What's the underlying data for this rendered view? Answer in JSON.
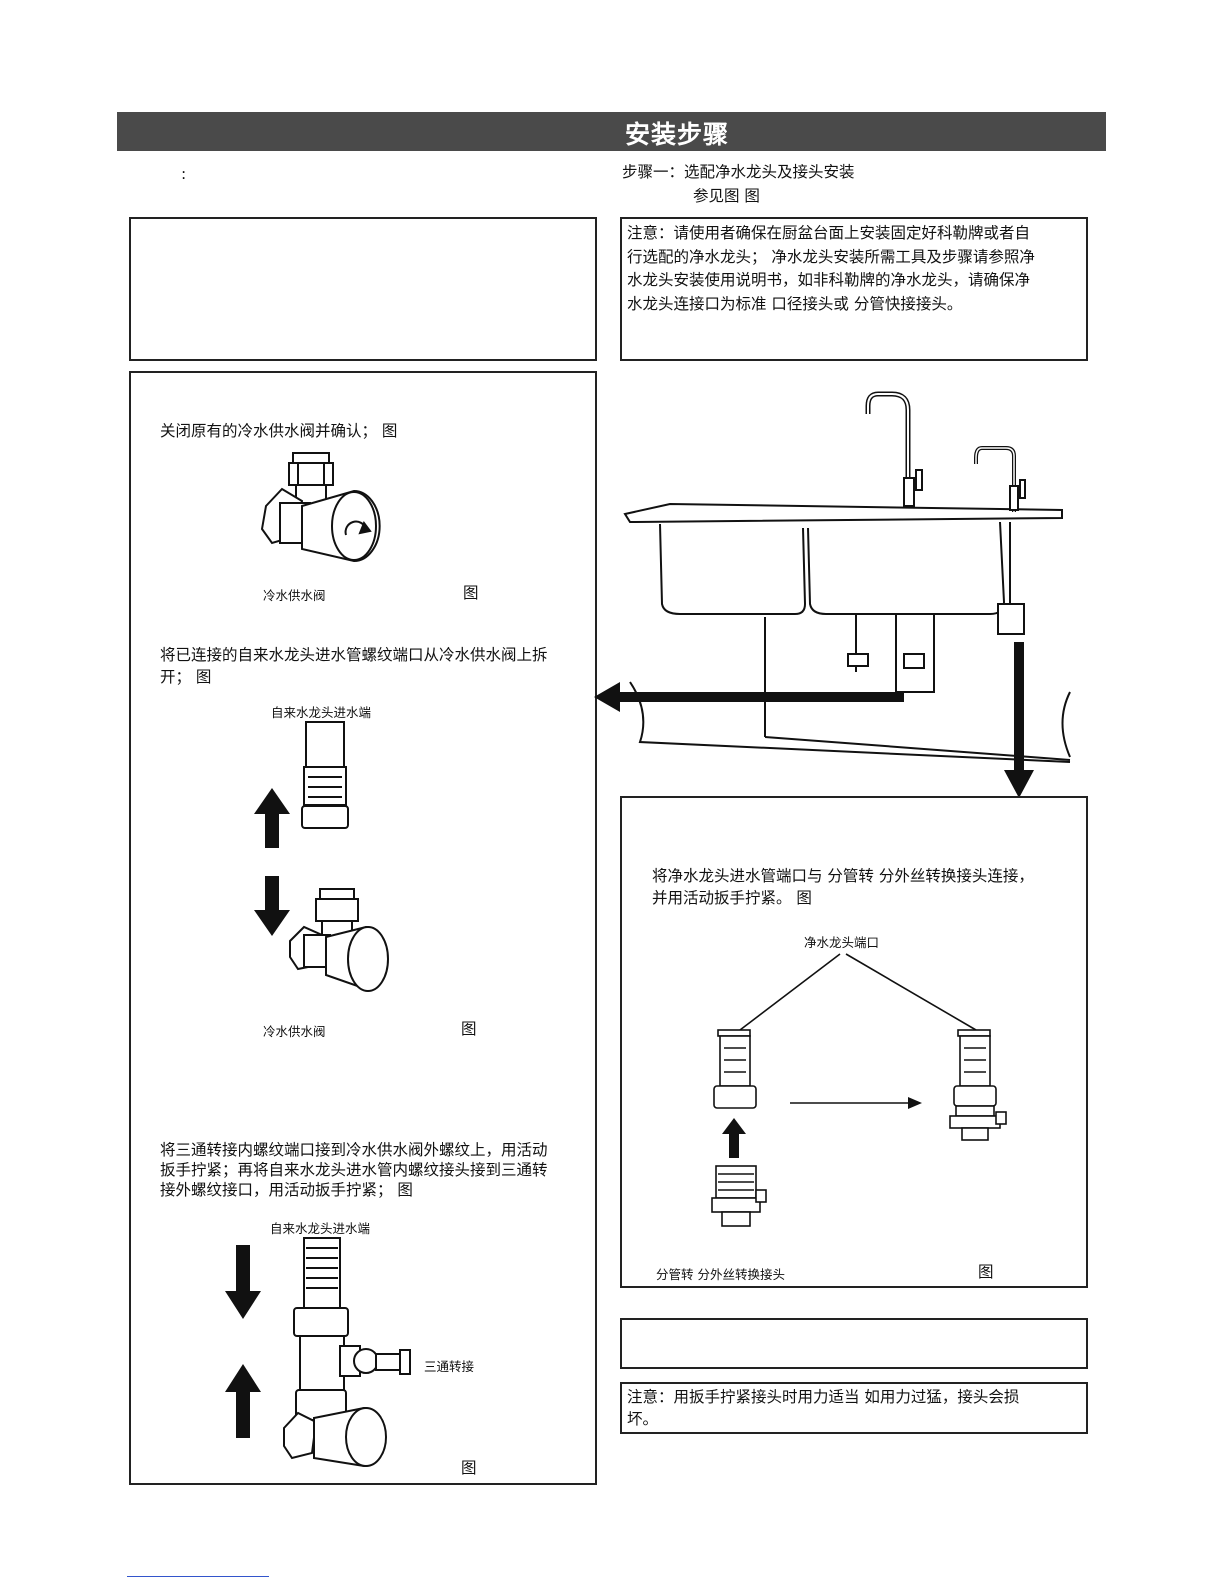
{
  "header": {
    "title": "安装步骤"
  },
  "left": {
    "colon": ":",
    "step_close": "关闭原有的冷水供水阀并确认；  图",
    "fig1_label": "冷水供水阀",
    "fig1_caption": "图",
    "step_detach_line1": "将已连接的自来水龙头进水管螺纹端口从冷水供水阀上拆",
    "step_detach_line2": "开；  图",
    "fig2_top_label": "自来水龙头进水端",
    "fig2_label": "冷水供水阀",
    "fig2_caption": "图",
    "step_tee_line1": "将三通转接内螺纹端口接到冷水供水阀外螺纹上，用活动",
    "step_tee_line2": "扳手拧紧；再将自来水龙头进水管内螺纹接头接到三通转",
    "step_tee_line3": "接外螺纹接口，用活动扳手拧紧；  图",
    "fig3_top_label": "自来水龙头进水端",
    "fig3_tee_label": "三通转接",
    "fig3_caption": "图"
  },
  "right": {
    "step1_title": "步骤一：选配净水龙头及接头安装",
    "step1_ref": "参见图   图",
    "note1_line1": "注意：请使用者确保在厨盆台面上安装固定好科勒牌或者自",
    "note1_line2": "行选配的净水龙头；  净水龙头安装所需工具及步骤请参照净",
    "note1_line3": "水龙头安装使用说明书，如非科勒牌的净水龙头，请确保净",
    "note1_line4": "水龙头连接口为标准          口径接头或  分管快接接头。",
    "step_connect_line1": "将净水龙头进水管端口与  分管转  分外丝转换接头连接，",
    "step_connect_line2": "并用活动扳手拧紧。  图",
    "fig4_top_label": "净水龙头端口",
    "fig4_bottom_label": "分管转  分外丝转换接头",
    "fig4_caption": "图",
    "note2_line1": "注意：用扳手拧紧接头时用力适当  如用力过猛，接头会损",
    "note2_line2": "坏。"
  }
}
